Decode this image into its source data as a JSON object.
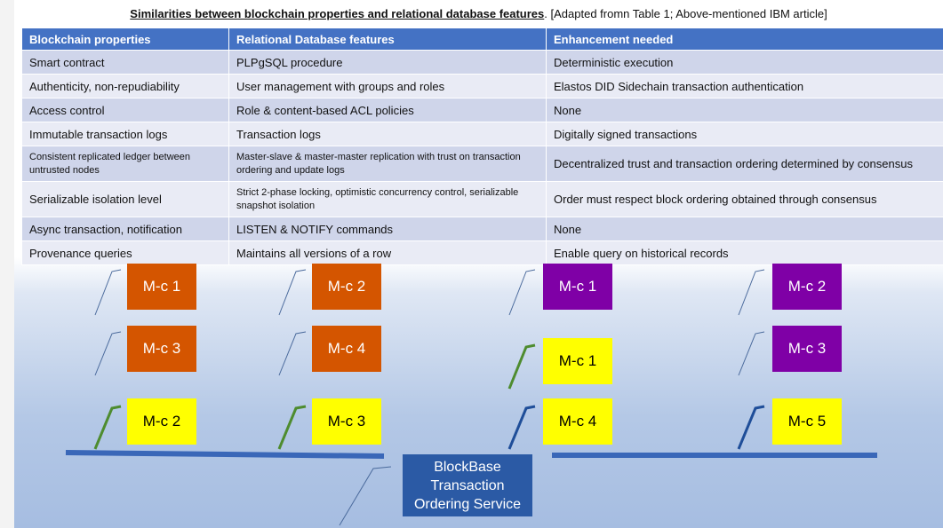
{
  "heading": {
    "title": "Similarities between blockchain properties and relational database features",
    "source": ". [Adapted fromn Table 1; Above-mentioned IBM article]"
  },
  "table": {
    "headers": [
      "Blockchain properties",
      "Relational Database features",
      "Enhancement needed"
    ],
    "rows": [
      [
        "Smart contract",
        "PLPgSQL procedure",
        "Deterministic execution"
      ],
      [
        "Authenticity, non-repudiability",
        "User management with groups and roles",
        "Elastos DID Sidechain transaction authentication"
      ],
      [
        "Access control",
        "Role & content-based ACL policies",
        "None"
      ],
      [
        "Immutable transaction logs",
        "Transaction logs",
        "Digitally signed transactions"
      ],
      [
        "Consistent replicated ledger between untrusted nodes",
        "Master-slave & master-master replication with trust on transaction ordering and update logs",
        "Decentralized trust and transaction ordering determined by consensus"
      ],
      [
        "Serializable isolation level",
        "Strict 2-phase locking, optimistic concurrency  control, serializable snapshot isolation",
        "Order must respect block ordering obtained through consensus"
      ],
      [
        "Async transaction, notification",
        "LISTEN & NOTIFY commands",
        "None"
      ],
      [
        "Provenance queries",
        "Maintains all versions of a row",
        "Enable query on historical records"
      ]
    ]
  },
  "diagram": {
    "left_group": {
      "col1": [
        "M-c 1",
        "M-c 3",
        "M-c 2"
      ],
      "col2": [
        "M-c 2",
        "M-c 4",
        "M-c 3"
      ]
    },
    "right_group": {
      "col1": [
        "M-c 1",
        "M-c 1",
        "M-c 4"
      ],
      "col2": [
        "M-c 2",
        "M-c 3",
        "M-c 5"
      ]
    },
    "service_label": "BlockBase Transaction Ordering Service"
  },
  "colors": {
    "header_blue": "#4472c4",
    "orange": "#d45500",
    "purple": "#7f00a6",
    "yellow": "#ffff00",
    "service_blue": "#2b5aa5",
    "green_line": "#4e8c2f",
    "dark_blue_line": "#1f4e99"
  }
}
